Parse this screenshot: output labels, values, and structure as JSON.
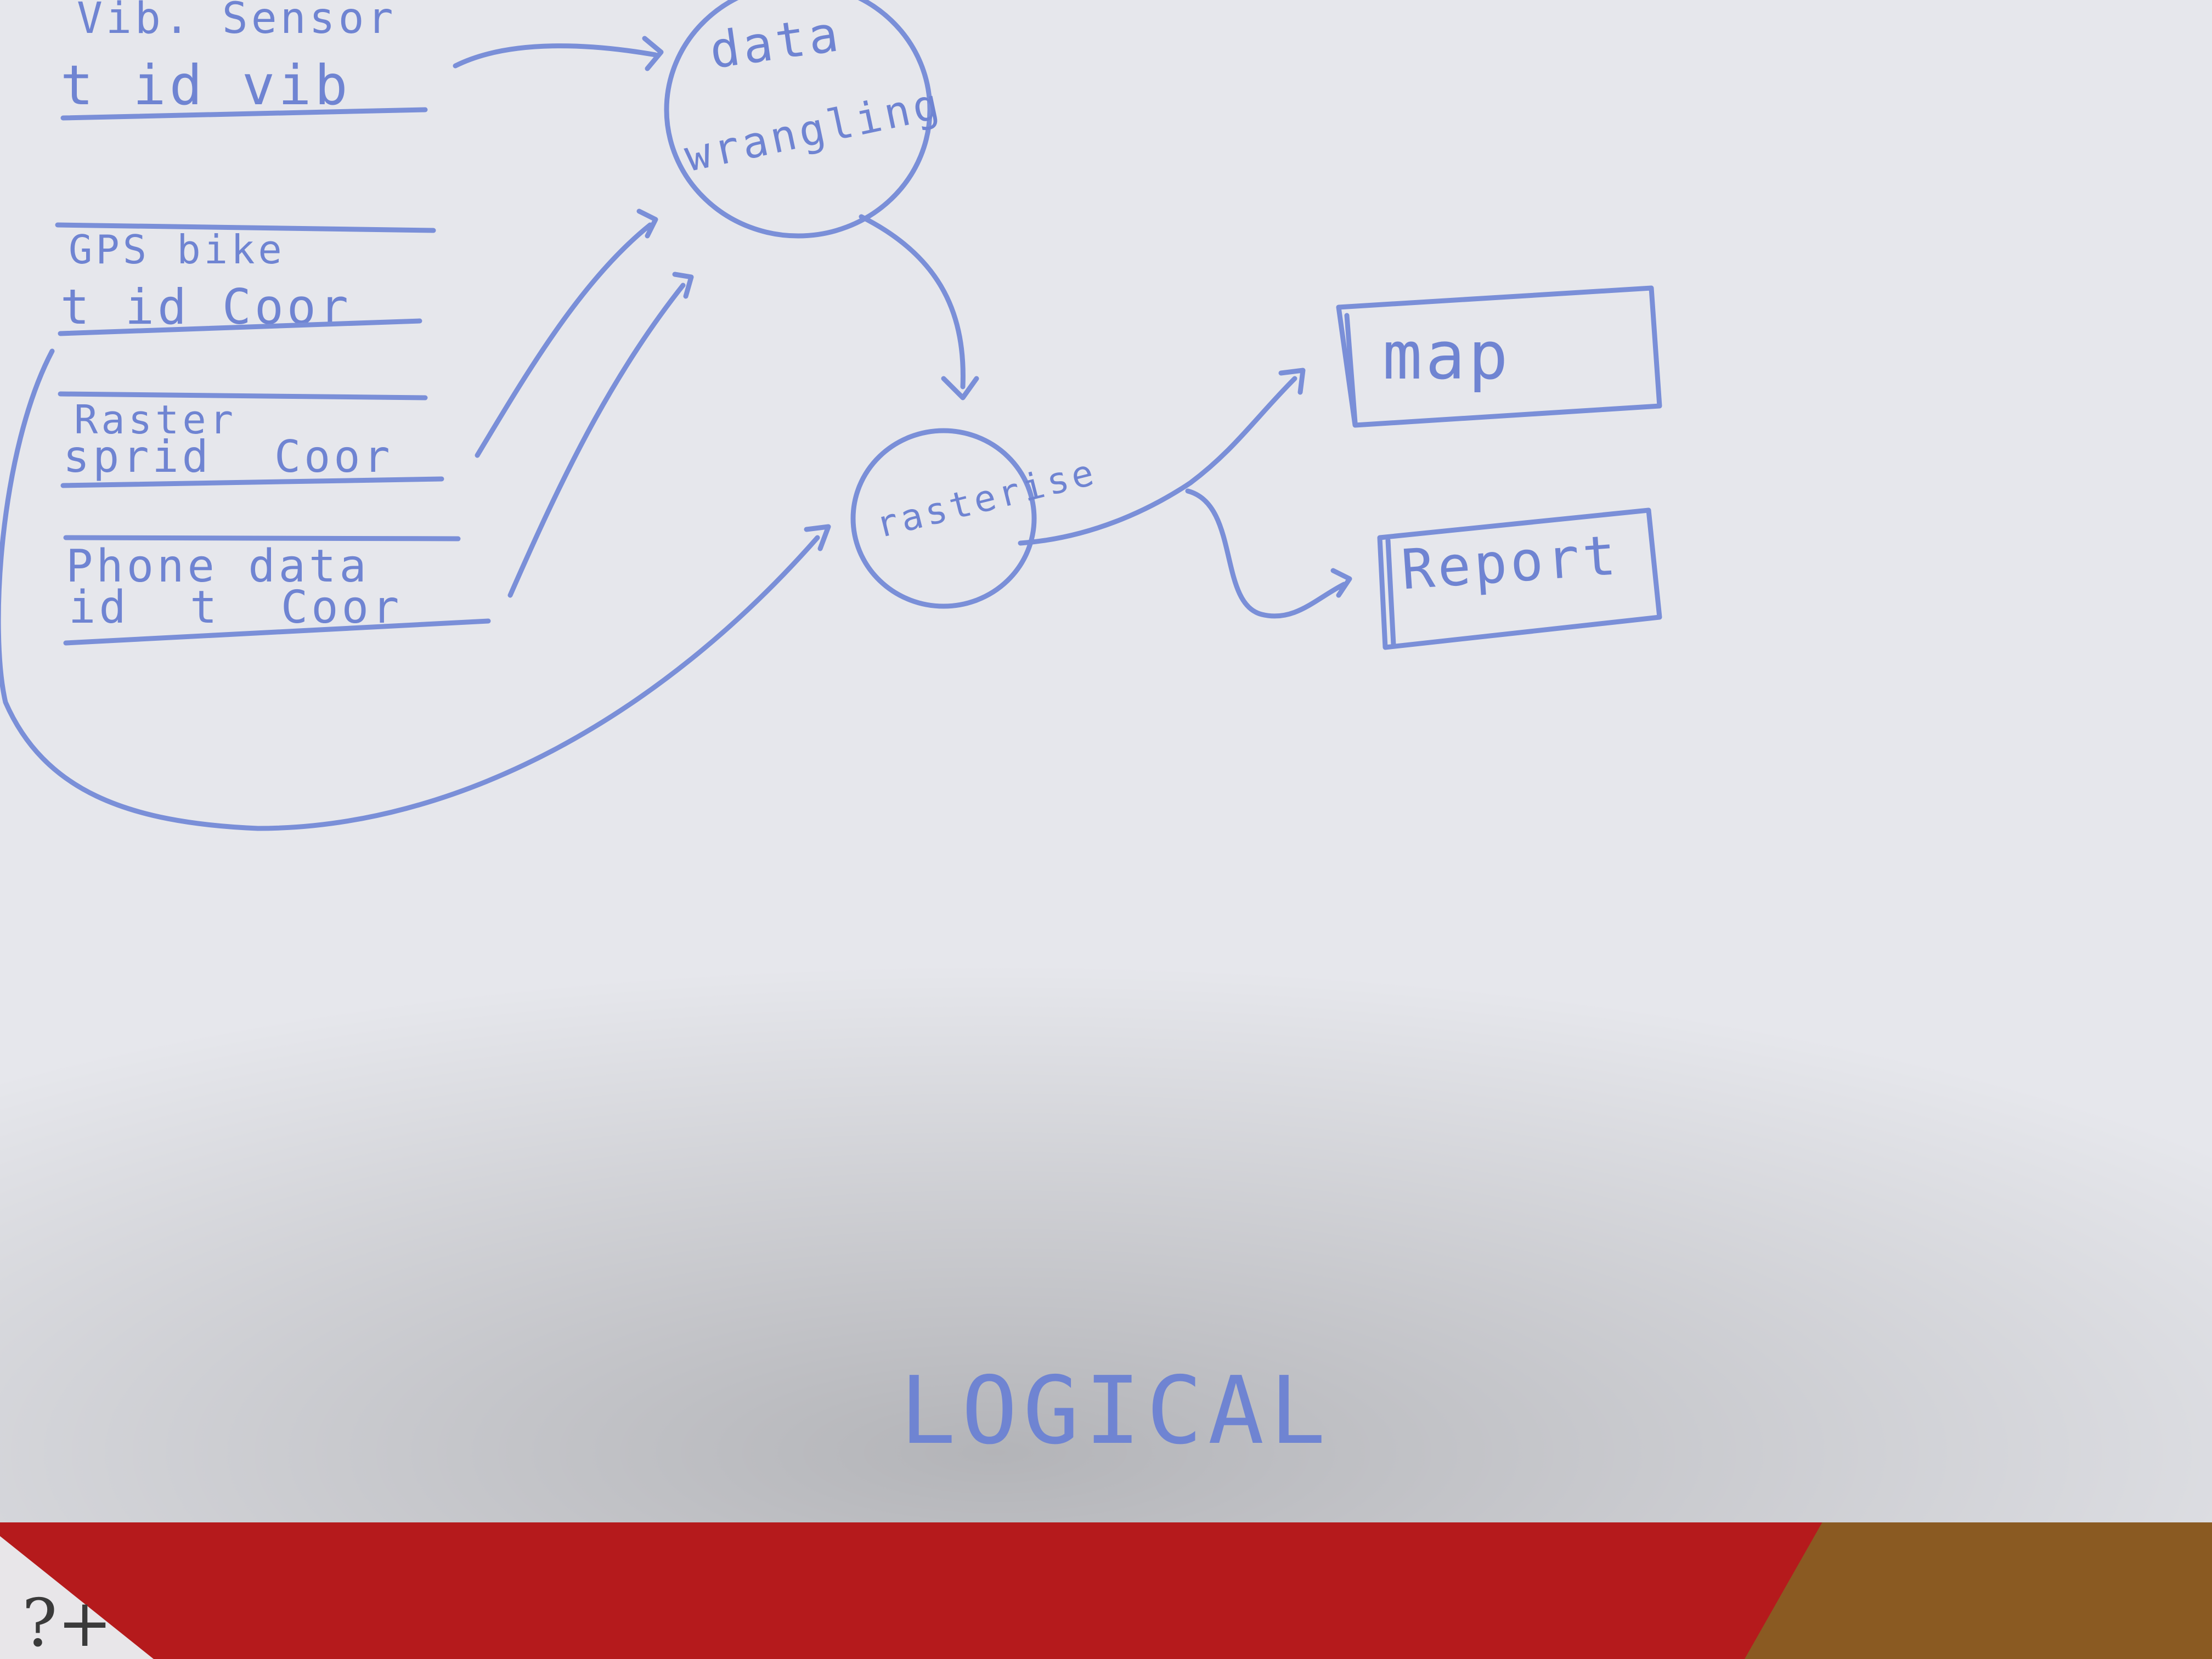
{
  "colors": {
    "paper": "#e6e7ec",
    "ink": "#7a8fd8",
    "table_red": "#b51a1c",
    "wood": "#8a5a22",
    "carpet": "#2a3550"
  },
  "sources": [
    {
      "title": "Vib. Sensor",
      "fields": "t id vib"
    },
    {
      "title": "GPS bike",
      "fields": "t id Coor"
    },
    {
      "title": "Raster",
      "fields": "sprid Coor"
    },
    {
      "title": "Phone data",
      "fields": "id t Coor"
    }
  ],
  "processes": {
    "wrangling_line1": "data",
    "wrangling_line2": "wrangling",
    "rasterise": "rasterise"
  },
  "outputs": {
    "map": "map",
    "report": "Report"
  },
  "caption": "LOGICAL",
  "corner_note": "?+"
}
